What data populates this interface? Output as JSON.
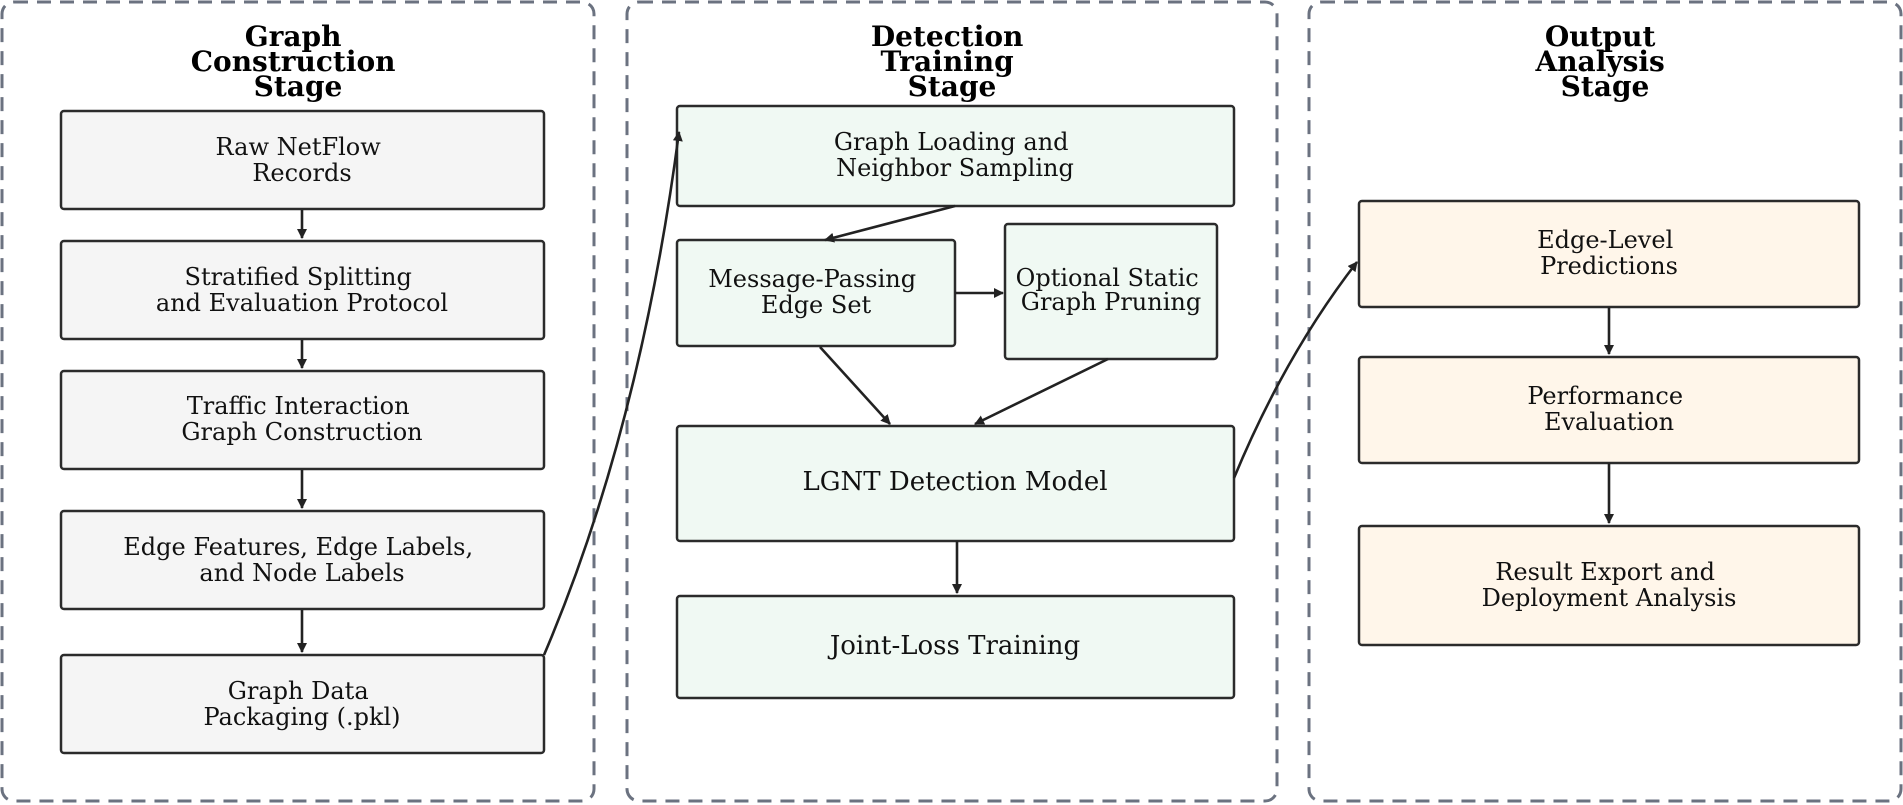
{
  "colors": {
    "stage_border": "#6b7280",
    "graph_fill": "#f5f5f5",
    "training_fill": "#f0f9f3",
    "output_fill": "#fff6ea",
    "box_stroke": "#2b2b2b",
    "arrow": "#222222"
  },
  "stages": [
    {
      "id": "graph-construction",
      "title_lines": [
        "Graph",
        "Construction",
        "Stage"
      ]
    },
    {
      "id": "detection-training",
      "title_lines": [
        "Detection",
        "Training",
        "Stage"
      ]
    },
    {
      "id": "output-analysis",
      "title_lines": [
        "Output",
        "Analysis",
        "Stage"
      ]
    }
  ],
  "nodes": {
    "raw_netflow": {
      "lines": [
        "Raw NetFlow",
        "Records"
      ]
    },
    "stratified_splitting": {
      "lines": [
        "Stratified Splitting",
        "and Evaluation Protocol"
      ]
    },
    "traffic_graph": {
      "lines": [
        "Traffic Interaction",
        "Graph Construction"
      ]
    },
    "edge_features": {
      "lines": [
        "Edge Features, Edge Labels,",
        "and Node Labels"
      ]
    },
    "graph_packaging": {
      "lines": [
        "Graph Data",
        "Packaging (.pkl)"
      ]
    },
    "graph_loading": {
      "lines": [
        "Graph Loading and",
        "Neighbor Sampling"
      ]
    },
    "message_passing": {
      "lines": [
        "Message-Passing",
        "Edge Set"
      ]
    },
    "static_pruning": {
      "lines": [
        "Optional Static",
        "Graph Pruning"
      ]
    },
    "lgnt_model": {
      "lines": [
        "LGNT Detection Model"
      ]
    },
    "joint_loss": {
      "lines": [
        "Joint-Loss Training"
      ]
    },
    "edge_predictions": {
      "lines": [
        "Edge-Level",
        "Predictions"
      ]
    },
    "performance_eval": {
      "lines": [
        "Performance",
        "Evaluation"
      ]
    },
    "result_export": {
      "lines": [
        "Result Export and",
        "Deployment Analysis"
      ]
    }
  },
  "edges": [
    {
      "from": "raw_netflow",
      "to": "stratified_splitting"
    },
    {
      "from": "stratified_splitting",
      "to": "traffic_graph"
    },
    {
      "from": "traffic_graph",
      "to": "edge_features"
    },
    {
      "from": "edge_features",
      "to": "graph_packaging"
    },
    {
      "from": "graph_packaging",
      "to": "graph_loading"
    },
    {
      "from": "graph_loading",
      "to": "message_passing"
    },
    {
      "from": "message_passing",
      "to": "static_pruning"
    },
    {
      "from": "message_passing",
      "to": "lgnt_model"
    },
    {
      "from": "static_pruning",
      "to": "lgnt_model"
    },
    {
      "from": "lgnt_model",
      "to": "joint_loss"
    },
    {
      "from": "lgnt_model",
      "to": "edge_predictions"
    },
    {
      "from": "edge_predictions",
      "to": "performance_eval"
    },
    {
      "from": "performance_eval",
      "to": "result_export"
    }
  ]
}
